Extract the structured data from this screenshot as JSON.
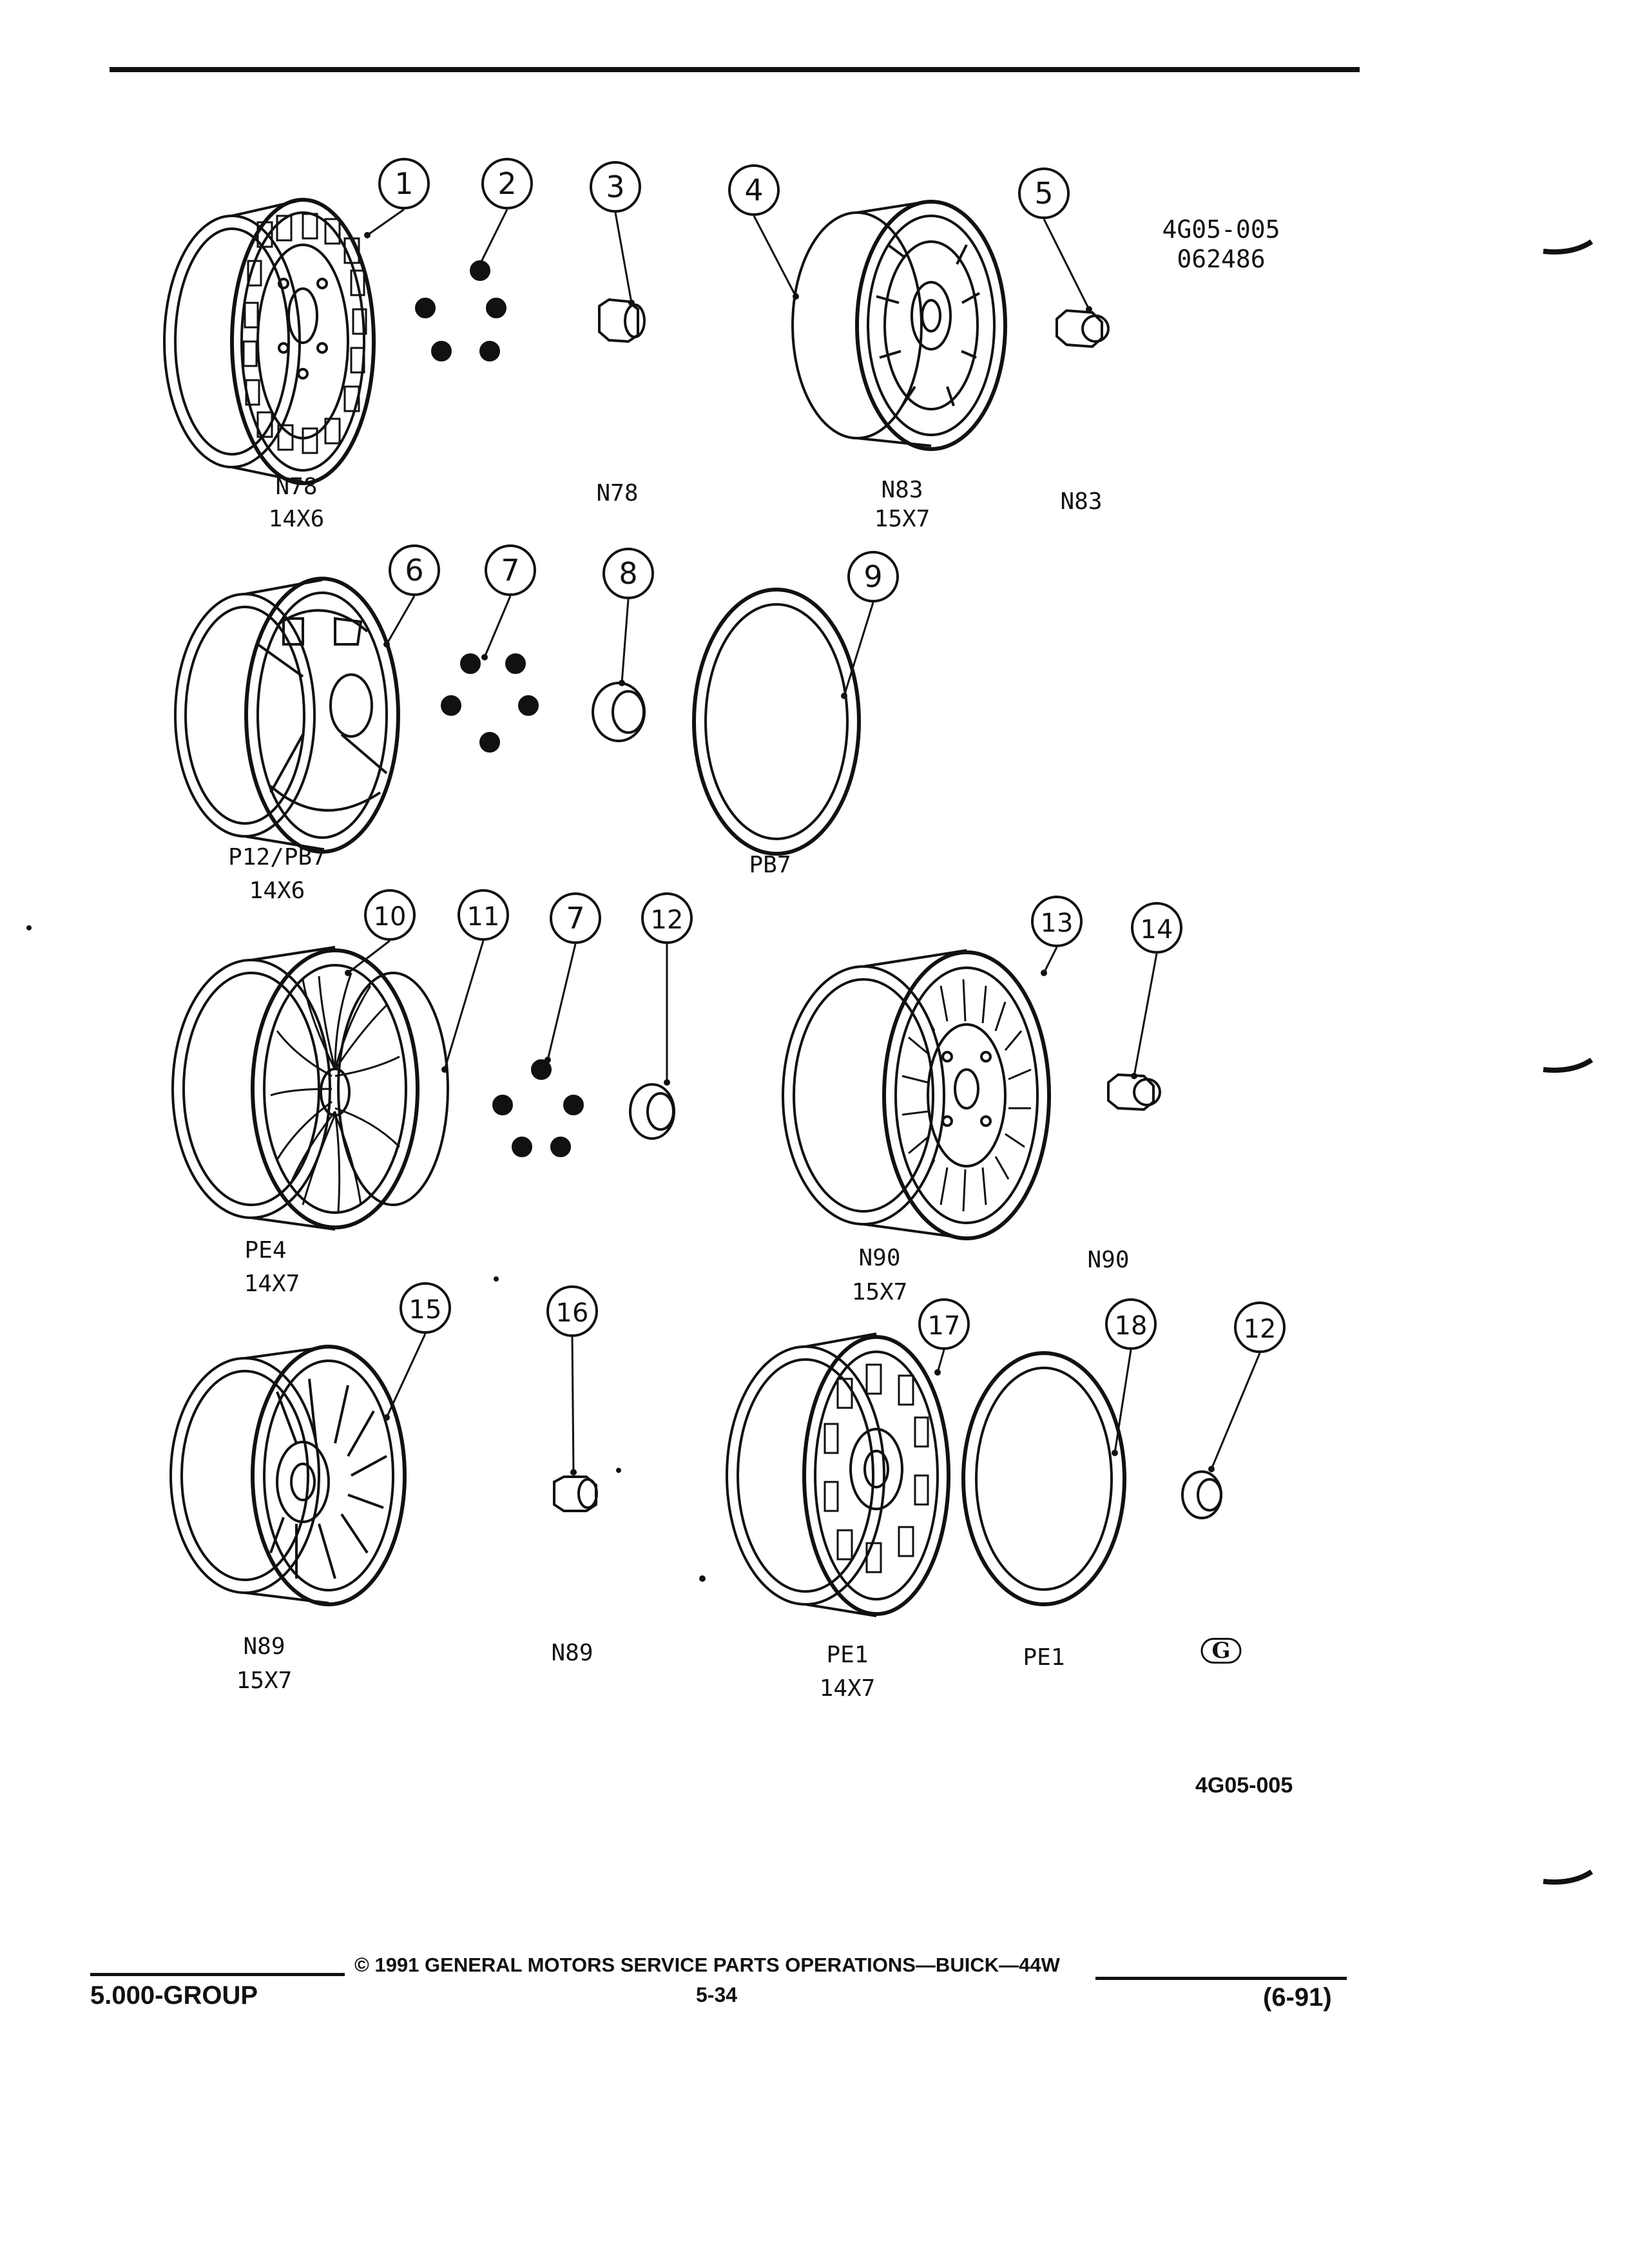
{
  "diagram_id": "4G05-005",
  "diagram_date": "062486",
  "callouts": [
    "1",
    "2",
    "3",
    "4",
    "5",
    "6",
    "7",
    "8",
    "9",
    "10",
    "11",
    "7",
    "12",
    "13",
    "14",
    "15",
    "16",
    "17",
    "18",
    "12"
  ],
  "labels": {
    "r1_a_code": "N78",
    "r1_a_size": "14X6",
    "r1_b_code": "N78",
    "r1_c_code": "N83",
    "r1_c_size": "15X7",
    "r1_d_code": "N83",
    "r2_a_code": "P12/PB7",
    "r2_a_size": "14X6",
    "r2_b_code": "PB7",
    "r3_a_code": "PE4",
    "r3_a_size": "14X7",
    "r3_b_code": "N90",
    "r3_b_size": "15X7",
    "r3_c_code": "N90",
    "r4_a_code": "N89",
    "r4_a_size": "15X7",
    "r4_b_code": "N89",
    "r4_c_code": "PE1",
    "r4_c_size": "14X7",
    "r4_d_code": "PE1",
    "r4_e_mark": "G"
  },
  "ref_bottom": "4G05-005",
  "footer": {
    "group": "5.000-GROUP",
    "copyright": "© 1991 GENERAL MOTORS SERVICE PARTS OPERATIONS—BUICK—44W",
    "page": "5-34",
    "date": "(6-91)"
  }
}
